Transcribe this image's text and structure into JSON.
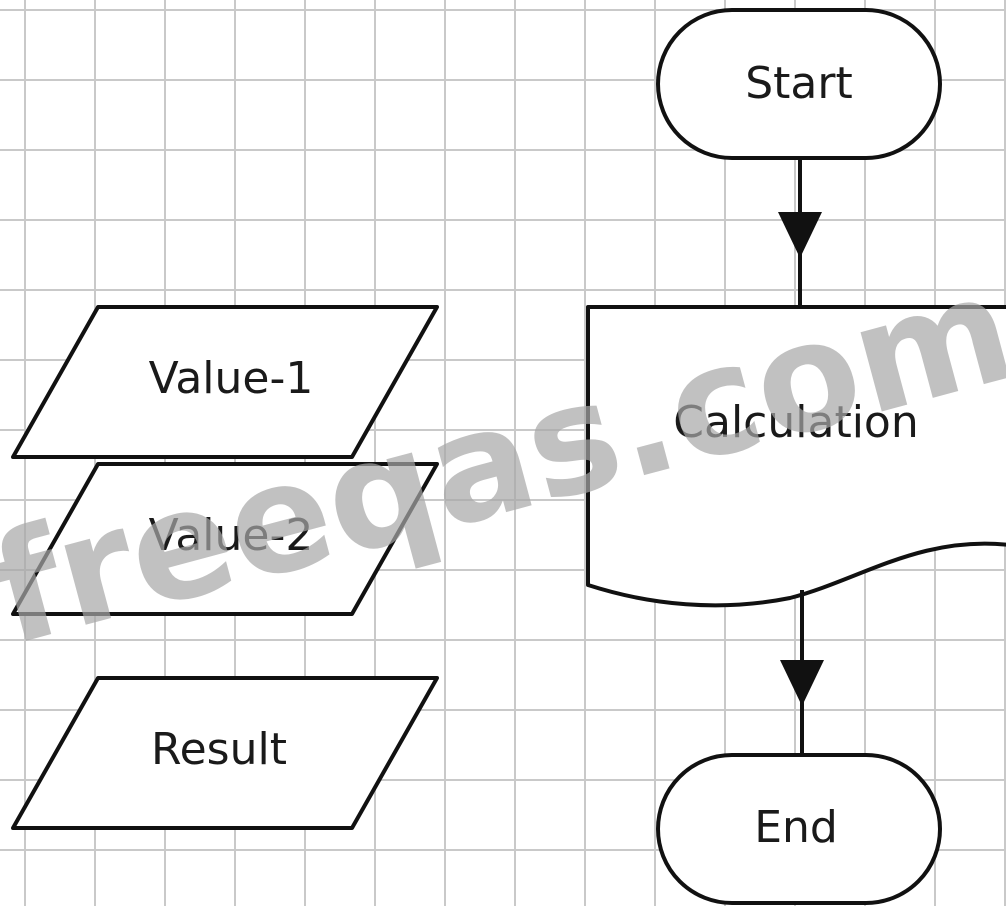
{
  "diagram": {
    "nodes": {
      "start": {
        "label": "Start",
        "kind": "terminator"
      },
      "calculation": {
        "label": "Calculation",
        "kind": "document"
      },
      "end": {
        "label": "End",
        "kind": "terminator"
      },
      "value_1": {
        "label": "Value-1",
        "kind": "data"
      },
      "value_2": {
        "label": "Value-2",
        "kind": "data"
      },
      "result": {
        "label": "Result",
        "kind": "data"
      }
    },
    "edges": [
      {
        "from": "start",
        "to": "calculation"
      },
      {
        "from": "calculation",
        "to": "end"
      }
    ]
  },
  "watermark": "freeqas.com",
  "colors": {
    "stroke": "#111111",
    "grid": "#c9c9c9",
    "watermark": "#a8a8a8"
  }
}
